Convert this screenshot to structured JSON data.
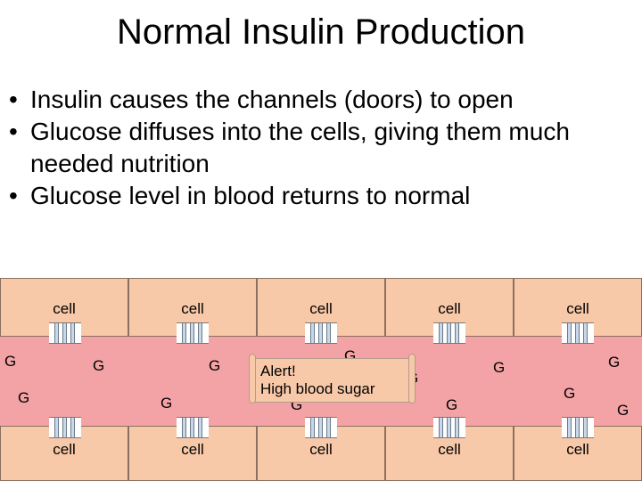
{
  "title": "Normal Insulin Production",
  "bullets": [
    "Insulin causes the channels (doors) to open",
    "Glucose diffuses into the cells, giving them much needed nutrition",
    "Glucose level in blood returns to normal"
  ],
  "diagram": {
    "cell_label": "cell",
    "glucose_label": "G",
    "alert_line1": "Alert!",
    "alert_line2": "High blood sugar",
    "colors": {
      "cell": "#f8c9a8",
      "blood": "#f3a3a6",
      "channel": "#c8d8e8"
    }
  }
}
